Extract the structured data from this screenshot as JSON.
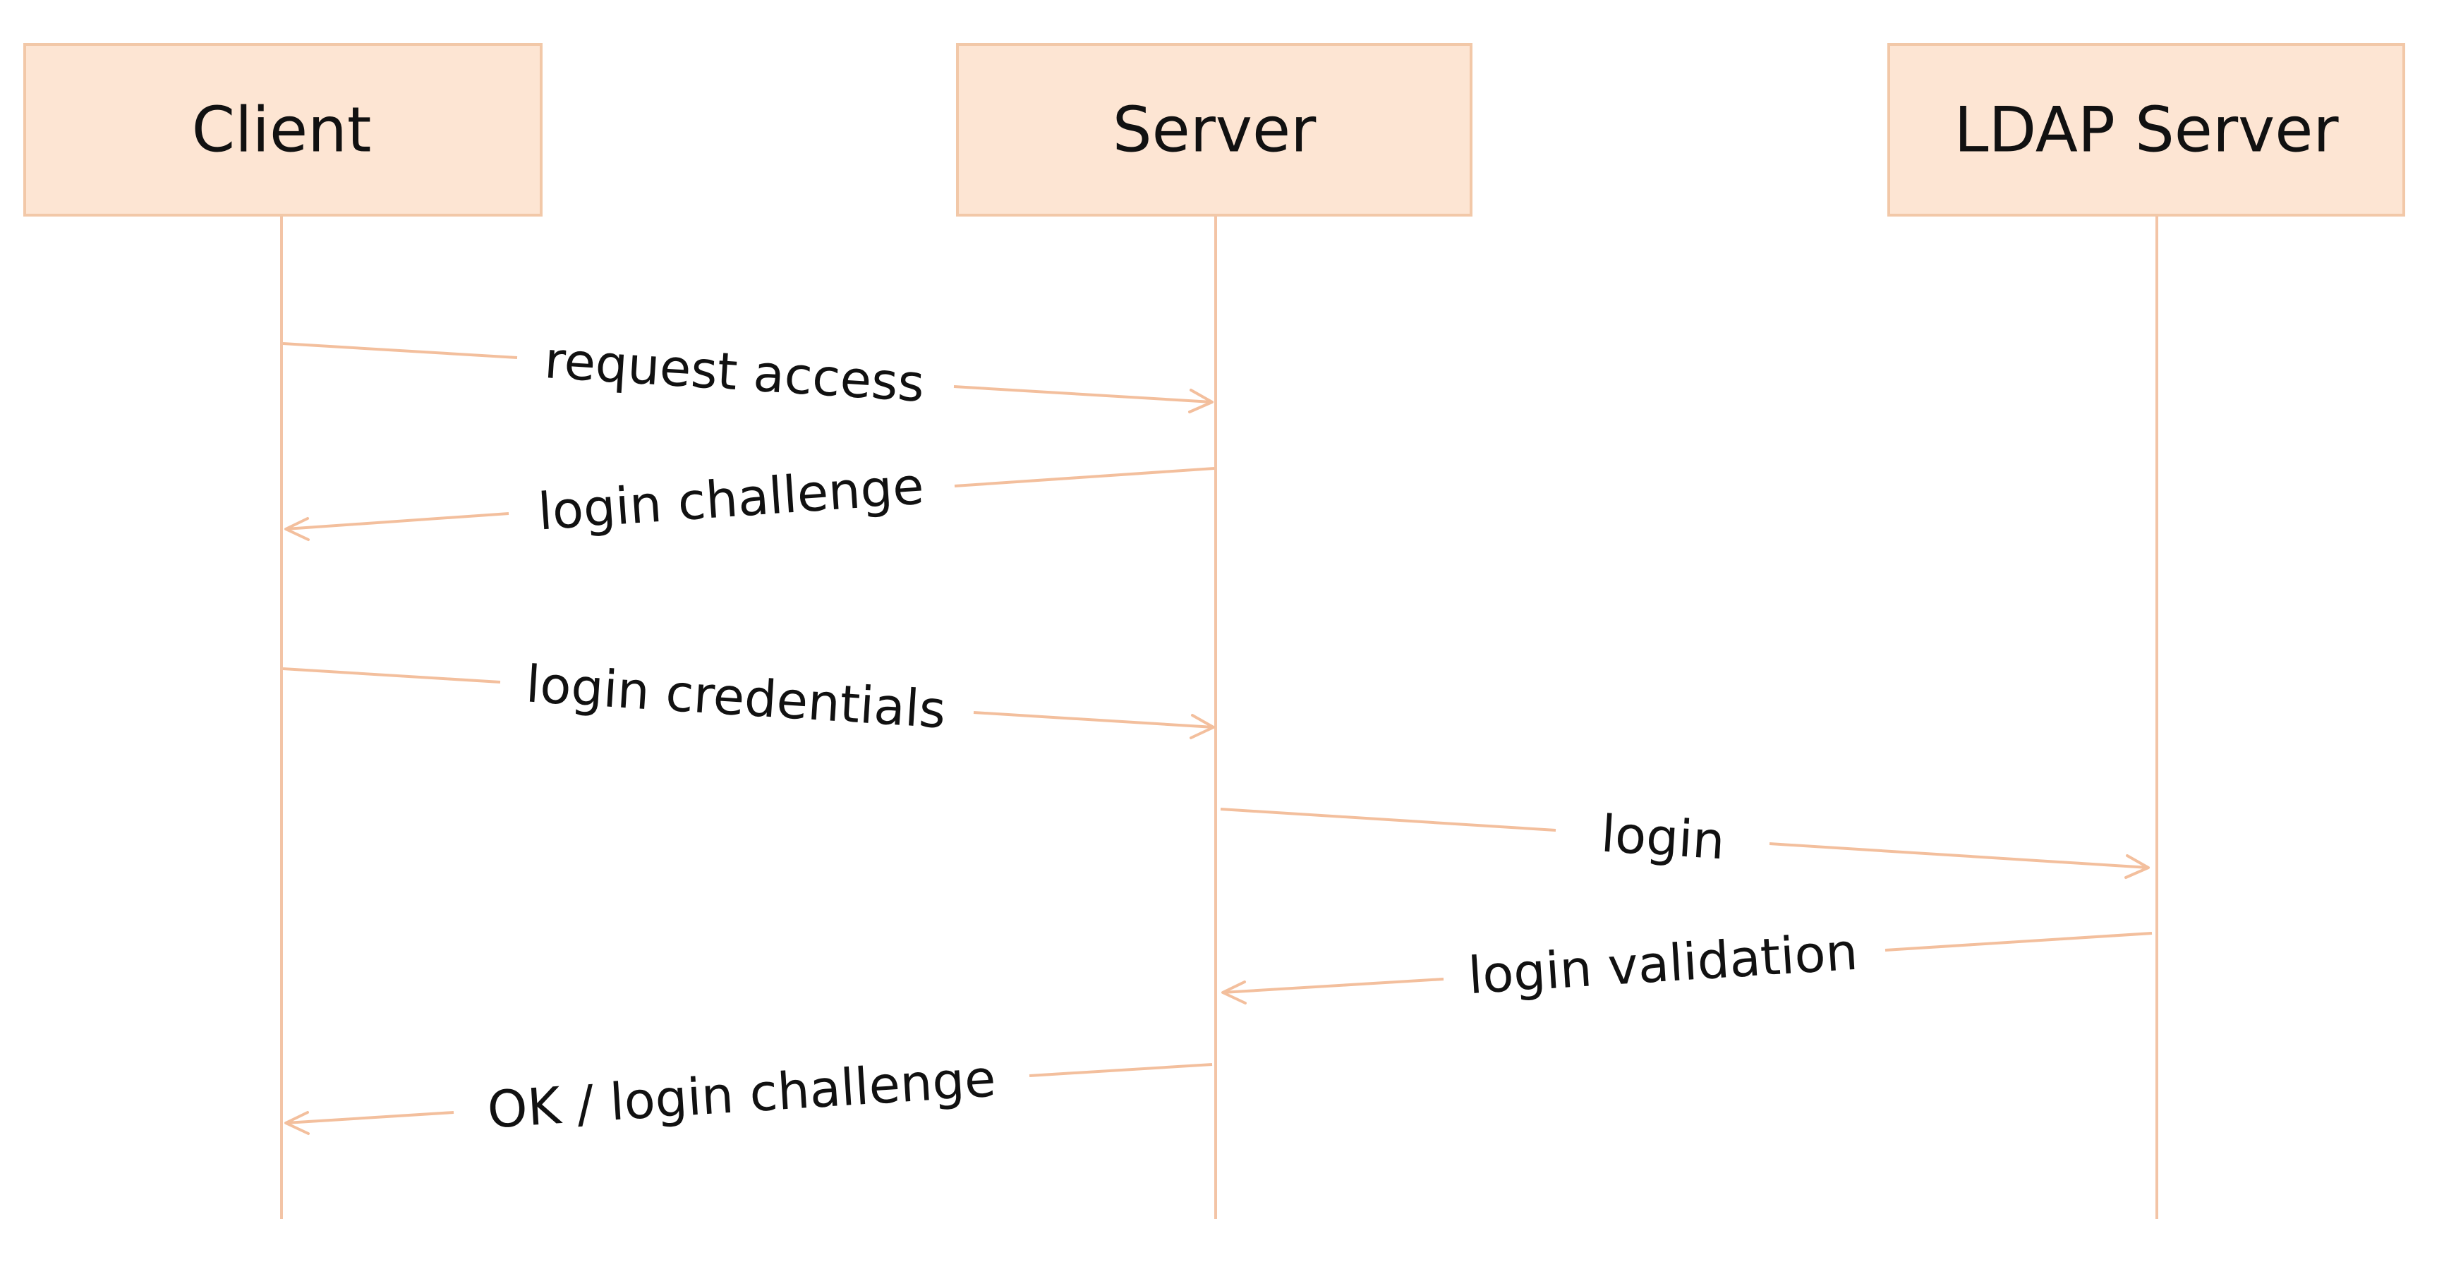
{
  "actors": [
    {
      "id": "client",
      "label": "Client"
    },
    {
      "id": "server",
      "label": "Server"
    },
    {
      "id": "ldap",
      "label": "LDAP Server"
    }
  ],
  "messages": [
    {
      "from": "client",
      "to": "server",
      "label": "request access"
    },
    {
      "from": "server",
      "to": "client",
      "label": "login challenge"
    },
    {
      "from": "client",
      "to": "server",
      "label": "login credentials"
    },
    {
      "from": "server",
      "to": "ldap",
      "label": "login"
    },
    {
      "from": "ldap",
      "to": "server",
      "label": "login validation"
    },
    {
      "from": "server",
      "to": "client",
      "label": "OK / login challenge"
    }
  ],
  "colors": {
    "actor_fill": "#fde5d3",
    "actor_stroke": "#f2c8a8",
    "lifeline": "#f3c4a6",
    "message_line": "#f3bf9d",
    "text": "#111111"
  }
}
